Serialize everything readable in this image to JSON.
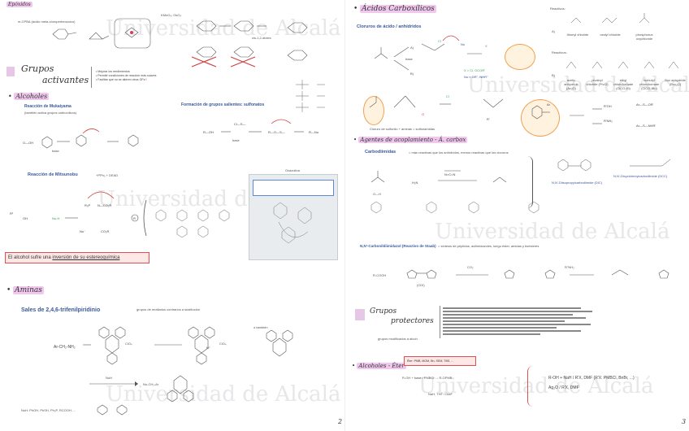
{
  "left": {
    "header_small": "Epóxidos",
    "mcpba": "m-CPBA (ácido meta-cloroperbenzoico)",
    "peroxide_label": "KMnO₄, OsO₄",
    "diols_label": "cis-1,2-dioles",
    "grupos_title_1": "Grupos",
    "grupos_title_2": "activantes",
    "bullets": [
      "Mejorar los rendimientos",
      "Permitir condiciones de reacción más suaves",
      "Facilitar que no se alteren otros GFs"
    ],
    "alcoholes_title": "Alcoholes",
    "mukaiyama_title": "Reacción de Mukaiyama",
    "mukaiyama_sub": "(también activa grupos carboxílicos)",
    "sulfonatos_title": "Formación de grupos salientes: sulfonatos",
    "base_label": "base",
    "mitsunobu_title": "Reacción de Mitsunobu",
    "mitsunobu_reagents": "+PPh₃ + DEAD",
    "oxazoline_label": "Oxazolina",
    "inversion_sentence_pre": "El alcohol sufre una ",
    "inversion_sentence_u": "inversión de su estereoquímica",
    "aminas_title": "Aminas",
    "piridinio_title": "Sales de 2,4,6-trifenilpiridinio",
    "piridinio_note": "grupos de mutilados contrarios a sustitución",
    "tambien": "o también",
    "amine_label": "Ar-CH₂-NH₂",
    "clo4": "ClO₄",
    "nuh": "NuH",
    "nu_product": "Nu-CH₂-Ar",
    "footer_nu": "NuH: PhOH, PhSH, Ph₃P, RCOOH, ...",
    "page_number": "2"
  },
  "right": {
    "acidos_title": "Ácidos Carboxílicos",
    "reactivos_label": "Reactivos:",
    "cloruros_title": "Cloruros de ácido / anhídridos",
    "a_label": "A)",
    "b_label": "B)",
    "base_label": "base",
    "x_note": "X = Cl, OCOR'",
    "nu_note": "Nu = OR'', NHR''",
    "reag_names_top": [
      "thionyl chloride",
      "oxalyl chloride",
      "phosphorus oxychloride"
    ],
    "reag_names_bot": [
      "acetic anhydride (Ac₂O)",
      "pivaloyl chloride (PivCl)",
      "ethyl chloroformate (ClCO₂Et)",
      "isobutyl chloroformate (ClCO₂iBu)",
      "Boc anhydride (Boc₂O)"
    ],
    "acoplamiento_title": "Agentes de acoplamiento - Á. carbox",
    "sulfonilo_note": "Cloruro de sulfonilo + aminas = sulfonamidas",
    "carbodiimidas_title": "Carbodiimidas",
    "carbodiimidas_note": "= más reactivas que los anhídridos, menos reactivas que los cloruros",
    "dicyclo_name": "N,N'-Diisopropylcarbodiimide (DIC)",
    "edc_name": "N,N'-Dicyclohexylcarbodiimide (DCC)",
    "cdi_title": "N,N'-Carbonildiimidazol (Reactivo de Staab)",
    "cdi_note": "= síntesis de péptidos, acilimidazoles, luego éster, amidas y tioésteres",
    "cdi_label": "(CDI)",
    "co2": "CO₂",
    "rcooh": "R-COOH",
    "rnh2": "R''NH₂",
    "protectores_title_1": "Grupos",
    "protectores_title_2": "protectores",
    "protectores_note": "grupos modificados a alcoh.",
    "alcoholes_eter": "Alcoholes - Éter",
    "eter_box": "Éter: PMB, MOM, Bn, SEM, TBS, ...",
    "eter_line1": "R-OH + base / PMBCl → R-OPMB",
    "eter_line2": "NaH, THF / DMF",
    "reagents_right_1": "R-OH + NaH / R'X, DMF (R'X: PMBCl, BnBr, ...)",
    "reagents_right_2": "Ag₂O / R'X, DMF",
    "page_number": "3"
  },
  "watermark": "Universidad de Alcalá",
  "colors": {
    "accent_blue": "#3a5a9c",
    "pink": "#e6c8e6",
    "red": "#e05050",
    "orange": "#f0a050",
    "green": "#3aa05a"
  }
}
